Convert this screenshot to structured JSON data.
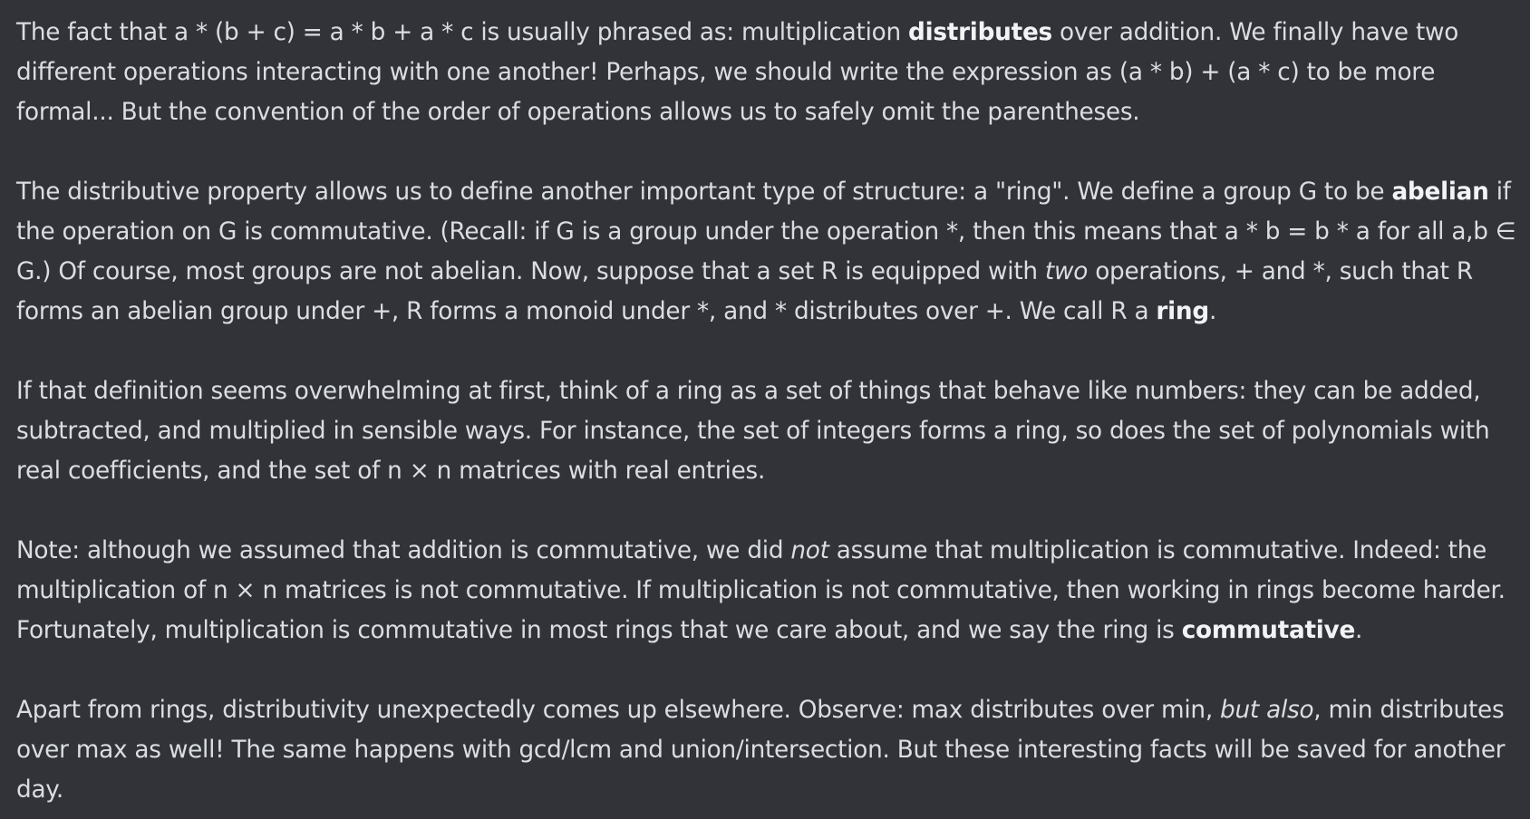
{
  "message": {
    "paragraphs": [
      {
        "segments": [
          {
            "text": "The fact that a * (b + c) = a * b + a * c is usually phrased as: multiplication ",
            "style": "normal"
          },
          {
            "text": "distributes",
            "style": "bold"
          },
          {
            "text": " over addition. We finally have two different operations interacting with one another! Perhaps, we should write the expression as (a * b) + (a * c) to be more formal... But the convention of the order of operations allows us to safely omit the parentheses.",
            "style": "normal"
          }
        ]
      },
      {
        "segments": [
          {
            "text": "The distributive property allows us to define another important type of structure: a \"ring\". We define a group G to be ",
            "style": "normal"
          },
          {
            "text": "abelian",
            "style": "bold"
          },
          {
            "text": " if the operation on G is commutative. (Recall: if G is a group under the operation *, then this means that a * b = b * a for all a,b ∈ G.) Of course, most groups are not abelian. Now, suppose that a set R is equipped with ",
            "style": "normal"
          },
          {
            "text": "two",
            "style": "italic"
          },
          {
            "text": " operations, + and *, such that R forms an abelian group under +, R forms a monoid under *, and * distributes over +. We call R a ",
            "style": "normal"
          },
          {
            "text": "ring",
            "style": "bold"
          },
          {
            "text": ".",
            "style": "normal"
          }
        ]
      },
      {
        "segments": [
          {
            "text": "If that definition seems overwhelming at first, think of a ring as a set of things that behave like numbers: they can be added, subtracted, and multiplied in sensible ways. For instance, the set of integers forms a ring, so does the set of polynomials with real coefficients, and the set of n × n matrices with real entries.",
            "style": "normal"
          }
        ]
      },
      {
        "segments": [
          {
            "text": "Note: although we assumed that addition is commutative, we did ",
            "style": "normal"
          },
          {
            "text": "not",
            "style": "italic"
          },
          {
            "text": " assume that multiplication is commutative. Indeed: the multiplication of n × n matrices is not commutative. If multiplication is not commutative, then working in rings become harder. Fortunately, multiplication is commutative in most rings that we care about, and we say the ring is ",
            "style": "normal"
          },
          {
            "text": "commutative",
            "style": "bold"
          },
          {
            "text": ".",
            "style": "normal"
          }
        ]
      },
      {
        "segments": [
          {
            "text": "Apart from rings, distributivity unexpectedly comes up elsewhere. Observe: max distributes over min, ",
            "style": "normal"
          },
          {
            "text": "but also",
            "style": "italic"
          },
          {
            "text": ", min distributes over max as well! The same happens with gcd/lcm and union/intersection. But these interesting facts will be saved for another day.",
            "style": "normal"
          }
        ]
      }
    ]
  },
  "colors": {
    "background": "#313338",
    "text": "#dbdee1",
    "bold_text": "#f2f3f5"
  }
}
